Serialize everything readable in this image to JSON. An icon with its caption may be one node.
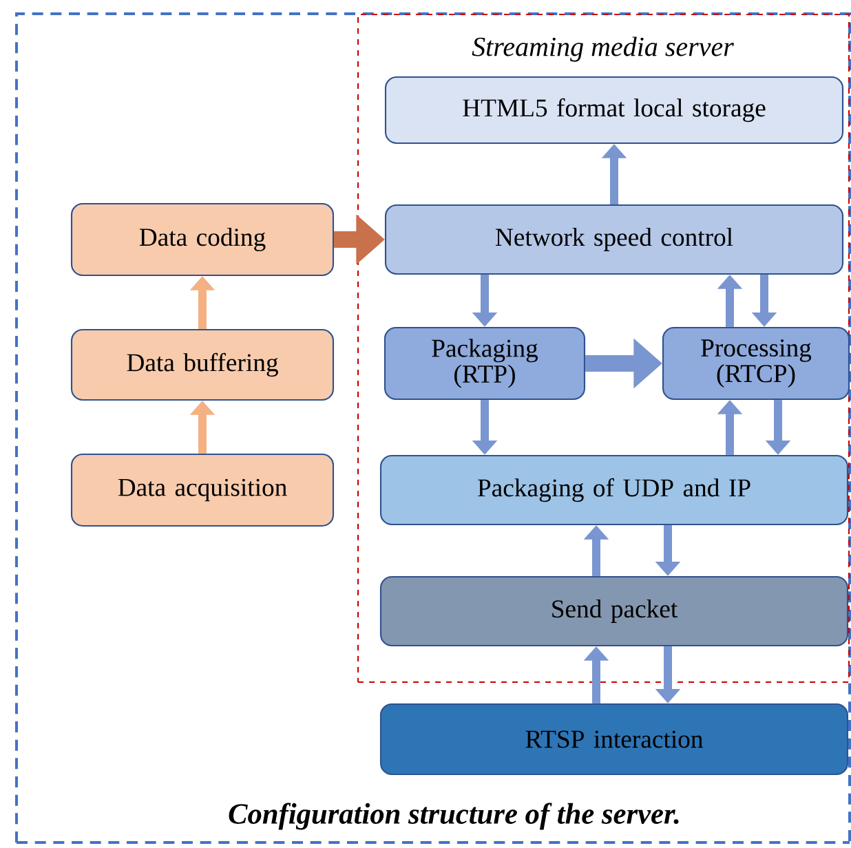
{
  "diagram": {
    "caption": "Configuration structure of the server.",
    "nodes": [
      {
        "text": [
          "Streaming media server"
        ]
      },
      {
        "text": [
          "HTML5 format local storage"
        ],
        "in": 0
      },
      {
        "text": [
          "Network speed control"
        ],
        "in": 0
      },
      {
        "text": [
          "Packaging (RTP)"
        ],
        "in": 0
      },
      {
        "text": [
          "Processing (RTCP)"
        ],
        "in": 0
      },
      {
        "text": [
          "Packaging of UDP and IP"
        ],
        "in": 0
      },
      {
        "text": [
          "Send packet"
        ],
        "in": 0
      },
      {
        "text": [
          "RTSP interaction"
        ]
      },
      {
        "text": [
          "Data coding"
        ]
      },
      {
        "text": [
          "Data buffering"
        ]
      },
      {
        "text": [
          "Data acquisition"
        ]
      }
    ],
    "edges": [
      {
        "from": 10,
        "to": 9,
        "arrow": "to",
        "color": "#f4b183"
      },
      {
        "from": 9,
        "to": 8,
        "arrow": "to",
        "color": "#f4b183"
      },
      {
        "from": 8,
        "to": 2,
        "arrow": "to",
        "style": "thick",
        "color": "#c9714a"
      },
      {
        "from": 2,
        "to": 1,
        "arrow": "to"
      },
      {
        "from": 2,
        "to": 3,
        "arrow": "to"
      },
      {
        "from": 4,
        "to": 2,
        "arrow": "to"
      },
      {
        "from": 2,
        "to": 4,
        "arrow": "to"
      },
      {
        "from": 3,
        "to": 4,
        "arrow": "to",
        "style": "thick"
      },
      {
        "from": 3,
        "to": 5,
        "arrow": "to"
      },
      {
        "from": 5,
        "to": 4,
        "arrow": "to"
      },
      {
        "from": 4,
        "to": 5,
        "arrow": "to"
      },
      {
        "from": 5,
        "to": 6,
        "arrow": "to"
      },
      {
        "from": 6,
        "to": 5,
        "arrow": "to"
      },
      {
        "from": 6,
        "to": 7,
        "arrow": "to"
      },
      {
        "from": 7,
        "to": 6,
        "arrow": "to"
      }
    ]
  }
}
